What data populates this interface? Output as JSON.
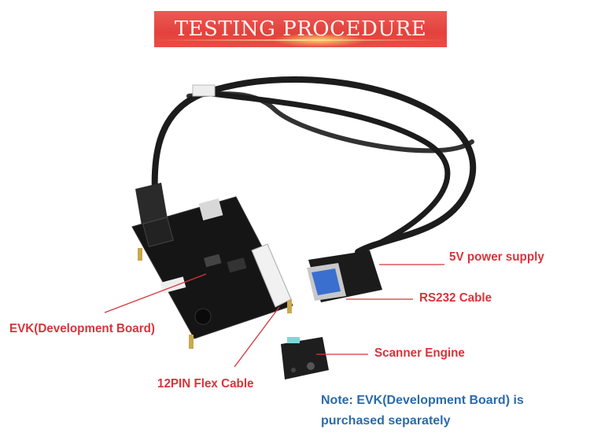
{
  "banner": {
    "title": "TESTING PROCEDURE"
  },
  "labels": {
    "power": "5V power supply",
    "rs232": "RS232 Cable",
    "evk": "EVK(Development Board)",
    "scanner": "Scanner Engine",
    "flex": "12PIN Flex Cable"
  },
  "note": {
    "line1": "Note: EVK(Development Board) is",
    "line2": "purchased separately"
  },
  "colors": {
    "label": "#d8343b",
    "note": "#2a6bab",
    "banner": "#e4413d"
  }
}
